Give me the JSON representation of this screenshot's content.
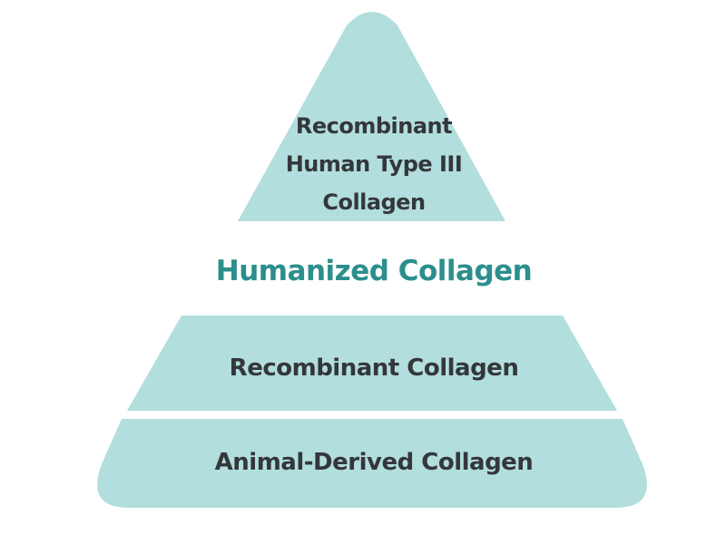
{
  "colors": {
    "tier_fill": "#b2dedd",
    "tier_text": "#34373a",
    "accent_text": "#2b8f8c",
    "background": "#ffffff"
  },
  "pyramid": {
    "top_tier": {
      "lines": [
        "Recombinant",
        "Human Type III",
        "Collagen"
      ]
    },
    "divider_label": "Humanized Collagen",
    "middle_tier": {
      "label": "Recombinant Collagen"
    },
    "bottom_tier": {
      "label": "Animal-Derived Collagen"
    }
  }
}
